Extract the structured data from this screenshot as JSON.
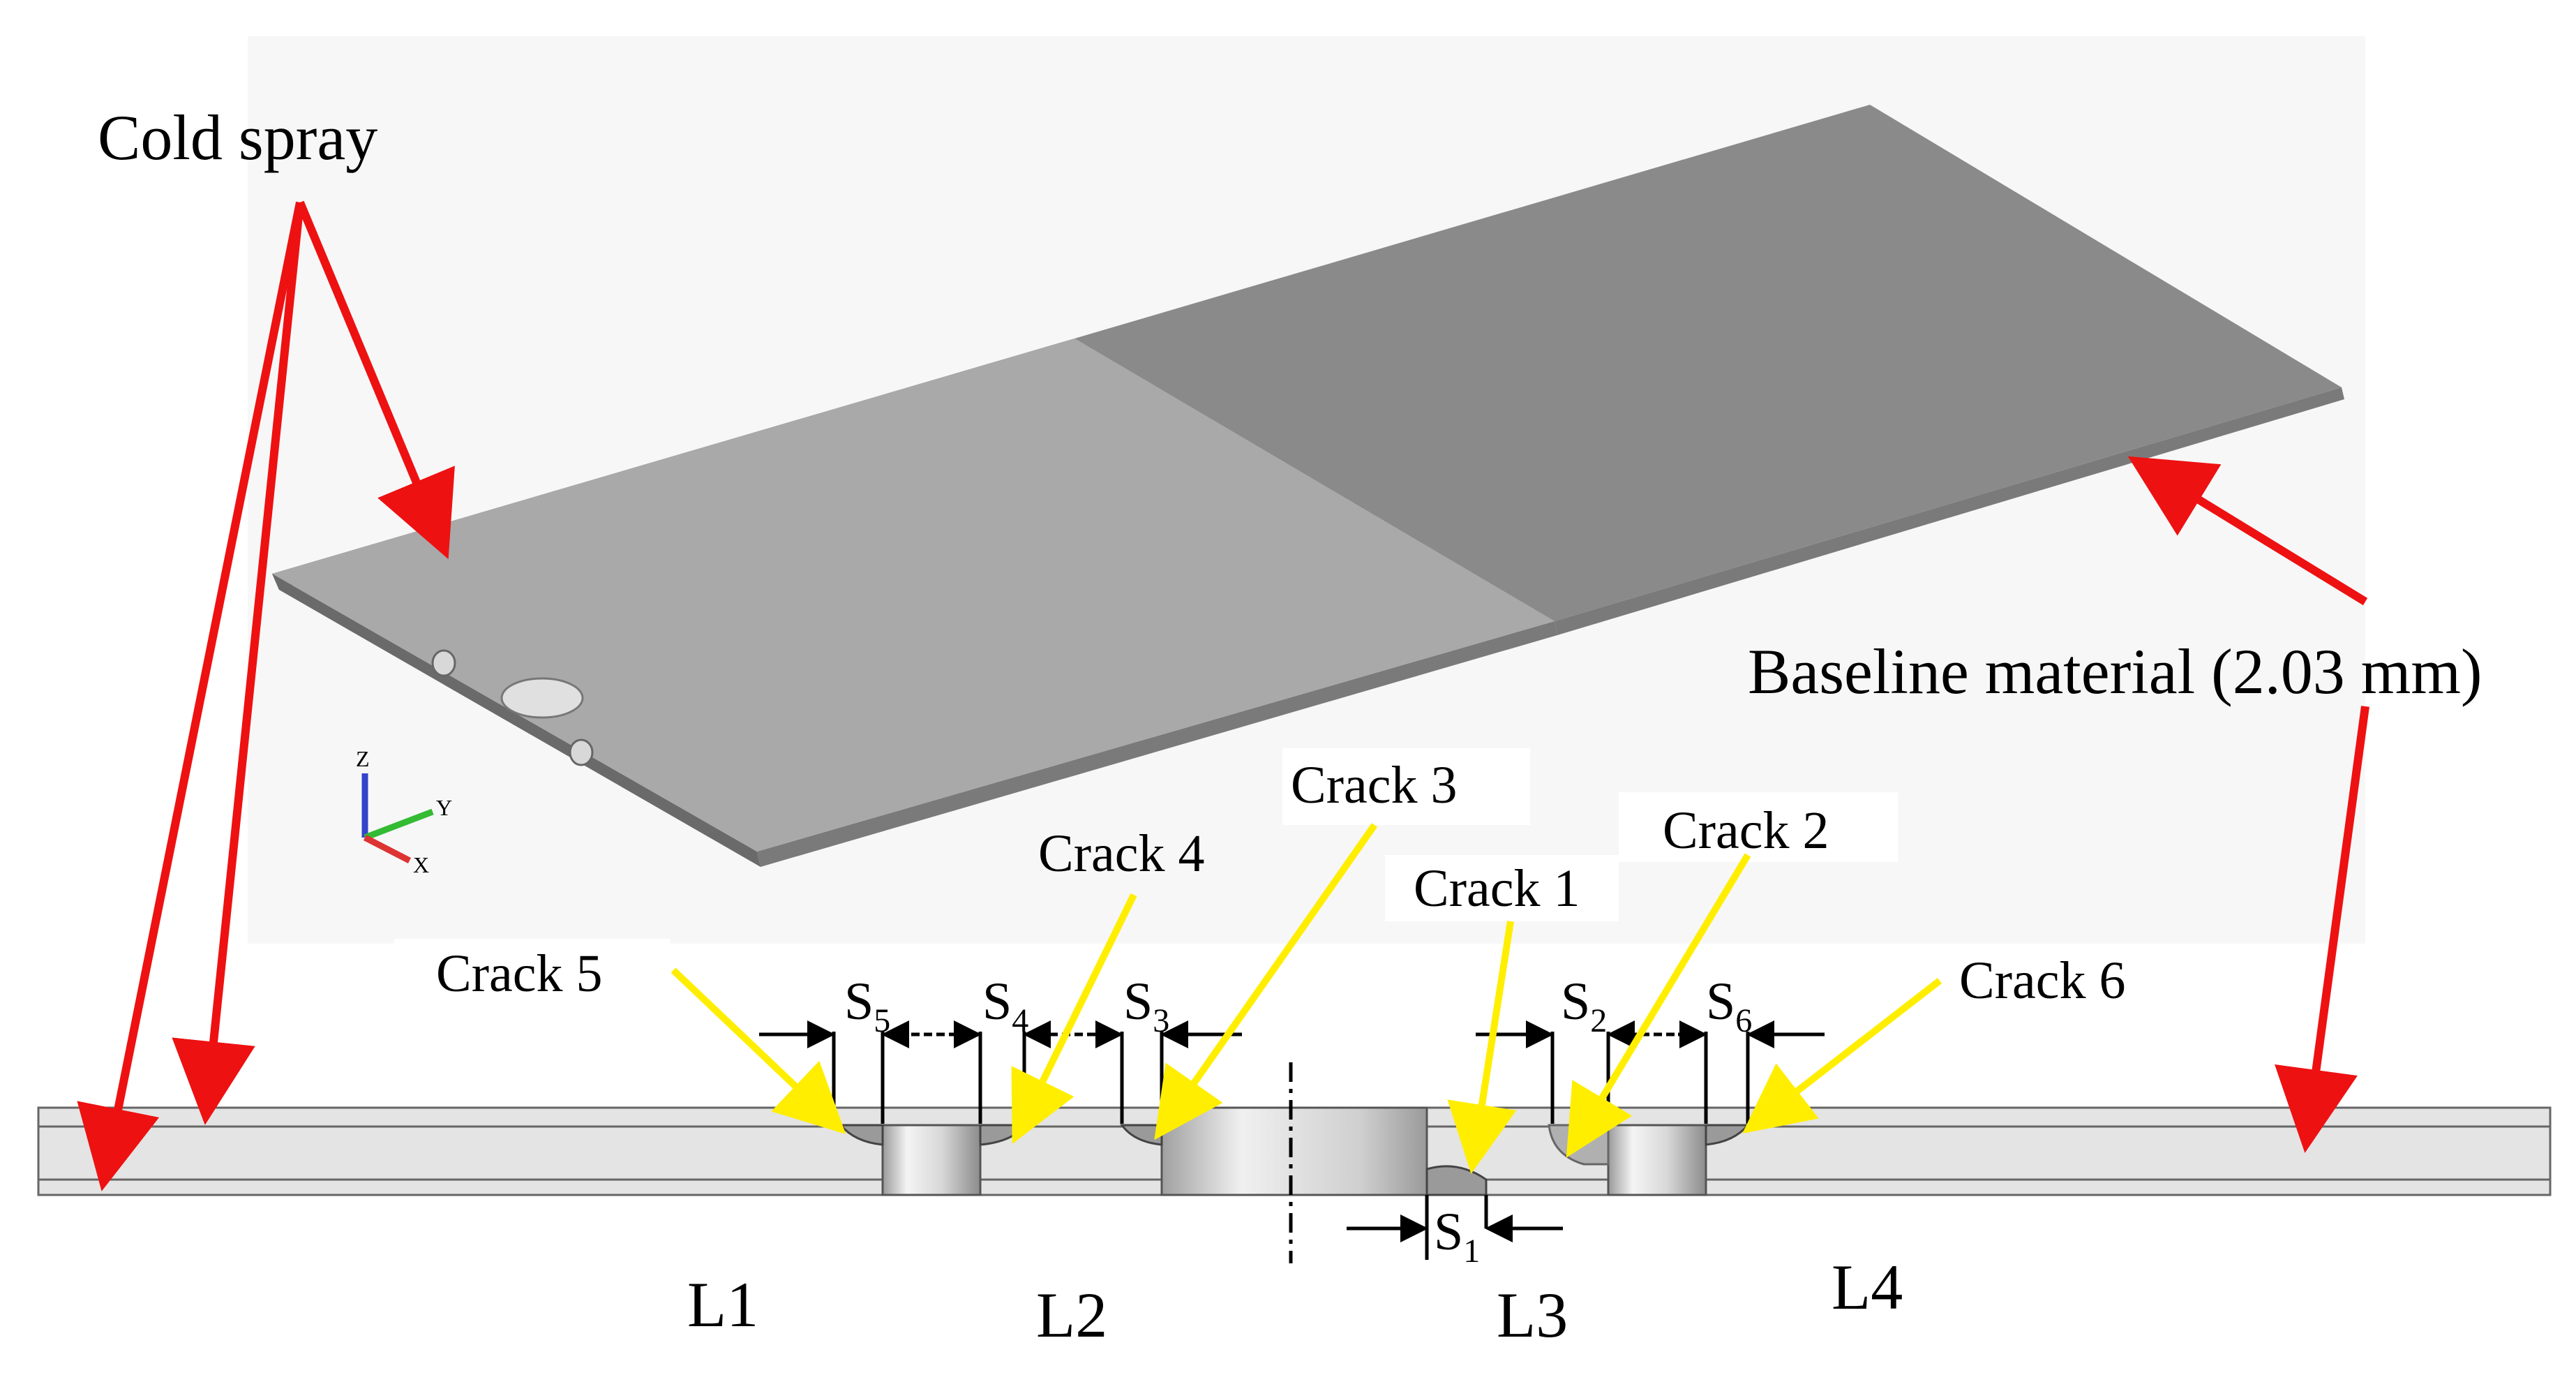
{
  "labels": {
    "cold_spray": "Cold spray",
    "baseline": "Baseline material (2.03 mm)",
    "crack_1": "Crack 1",
    "crack_2": "Crack 2",
    "crack_3": "Crack 3",
    "crack_4": "Crack 4",
    "crack_5": "Crack 5",
    "crack_6": "Crack 6",
    "s_main": "S",
    "s1_sub": "1",
    "s2_sub": "2",
    "s3_sub": "3",
    "s4_sub": "4",
    "s5_sub": "5",
    "s6_sub": "6",
    "l1": "L1",
    "l2": "L2",
    "l3": "L3",
    "l4": "L4",
    "axis_z": "Z",
    "axis_y": "Y",
    "axis_x": "X"
  },
  "colors": {
    "arrow_red": "#ee1111",
    "arrow_yellow": "#ffee00",
    "plate_left": "#a9a9a9",
    "plate_right": "#8a8a8a",
    "strip_fill": "#e4e4e4"
  }
}
